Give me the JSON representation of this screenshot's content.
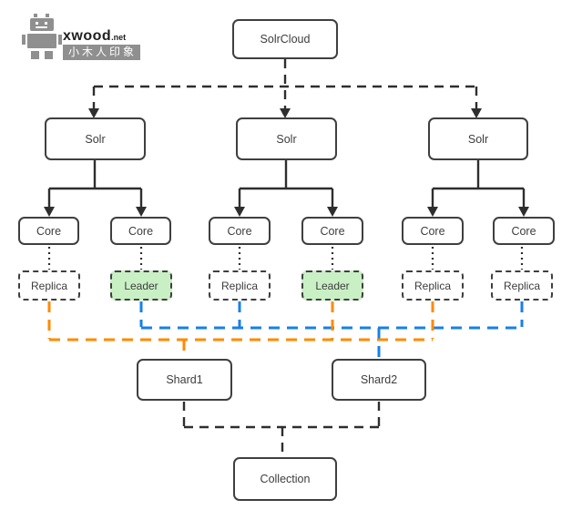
{
  "watermark": {
    "brand": "xwood",
    "brand_suffix": ".net",
    "tagline": "小木人印象"
  },
  "colors": {
    "orange": "#ff8a00",
    "blue": "#1780e8",
    "leader_fill": "#c9f0c5",
    "line": "#2e2e2e",
    "border": "#3f3f3f",
    "text": "#3d3d3d",
    "logo_gray": "#8f8f8f"
  },
  "nodes": {
    "solrcloud": "SolrCloud",
    "solr_1": "Solr",
    "solr_2": "Solr",
    "solr_3": "Solr",
    "core_1": "Core",
    "core_2": "Core",
    "core_3": "Core",
    "core_4": "Core",
    "core_5": "Core",
    "core_6": "Core",
    "replica_1": "Replica",
    "leader_1": "Leader",
    "replica_2": "Replica",
    "leader_2": "Leader",
    "replica_3": "Replica",
    "replica_4": "Replica",
    "shard_1": "Shard1",
    "shard_2": "Shard2",
    "collection": "Collection"
  }
}
